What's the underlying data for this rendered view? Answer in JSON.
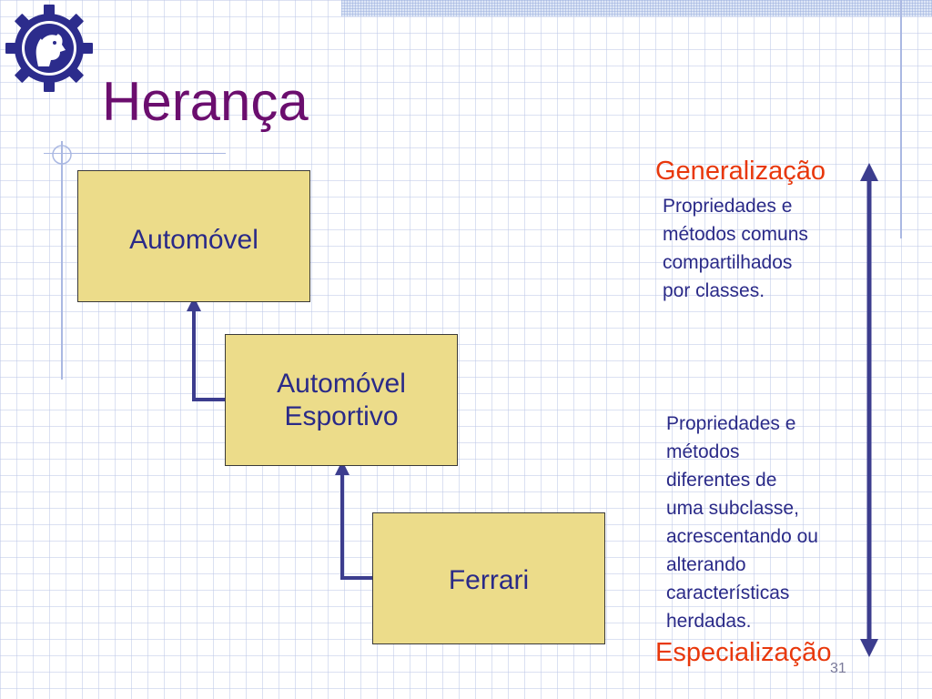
{
  "slide": {
    "title": "Herança",
    "page_number": "31"
  },
  "logo": {
    "icon": "gear-head-emblem-icon"
  },
  "colors": {
    "title": "#6b0e6e",
    "box_fill": "#ecdc8a",
    "box_text": "#2a2a88",
    "connector": "#3c3d8e",
    "red_heading": "#e8380c"
  },
  "hierarchy": [
    {
      "label": "Automóvel"
    },
    {
      "label": "Automóvel\nEsportivo"
    },
    {
      "label": "Ferrari"
    }
  ],
  "axis": {
    "top_label": "Generalização",
    "top_description": "Propriedades e\nmétodos comuns\ncompartilhados\npor classes.",
    "bottom_label": "Especialização",
    "bottom_description": "Propriedades e\nmétodos\ndiferentes de\numa subclasse,\nacrescentando ou\nalterando\ncaracterísticas\nherdadas."
  }
}
